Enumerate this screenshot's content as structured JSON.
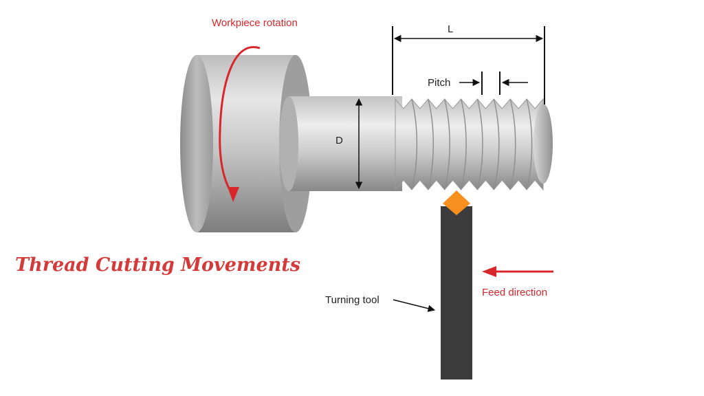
{
  "title": "Thread Cutting Movements",
  "labels": {
    "workpiece_rotation": "Workpiece rotation",
    "length": "L",
    "pitch": "Pitch",
    "diameter": "D",
    "turning_tool": "Turning tool",
    "feed_direction": "Feed direction"
  },
  "colors": {
    "accent_red": "#d9262b",
    "title_red": "#d33a3a",
    "tool_body": "#3c3c3c",
    "tool_tip": "#f7901e",
    "steel_light": "#e2e2e2",
    "steel_dark": "#8c8c8c"
  }
}
